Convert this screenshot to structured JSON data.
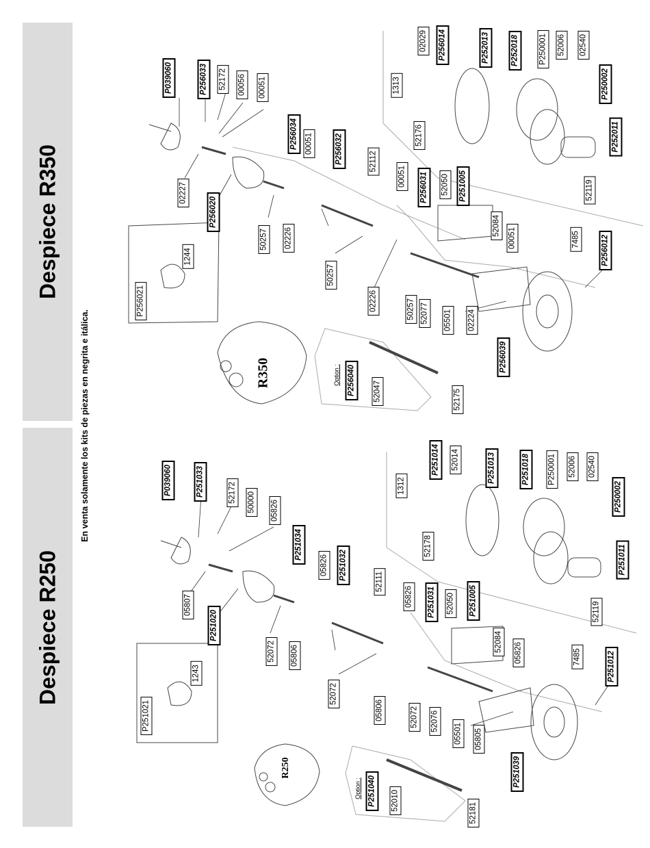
{
  "titles": {
    "r250": "Despiece R250",
    "r350": "Despiece R350"
  },
  "note": "En venta solamente los kits de piezas en negrita e itálica.",
  "option_label": "Option :",
  "badges": {
    "r250": "R250",
    "r350": "R350"
  },
  "r350": {
    "kits": [
      "P039060",
      "P256033",
      "P256034",
      "P256032",
      "P256031",
      "P256020",
      "P251005",
      "P256040",
      "P256039",
      "P256014",
      "P252013",
      "P252018",
      "P250002",
      "P252011",
      "P256012"
    ],
    "parts": [
      "52172",
      "00056",
      "00051",
      "02227",
      "00051",
      "52112",
      "00051",
      "02226",
      "50257",
      "50257",
      "1244",
      "P256021",
      "02226",
      "52050",
      "52084",
      "00051",
      "50257",
      "52077",
      "05501",
      "02224",
      "52047",
      "52175",
      "1313",
      "02029",
      "52176",
      "P250001",
      "52006",
      "02540",
      "52119",
      "7485"
    ]
  },
  "r250": {
    "kits": [
      "P039060",
      "P251033",
      "P251034",
      "P251032",
      "P251031",
      "P251020",
      "P251005",
      "P251040",
      "P251039",
      "P251014",
      "P251013",
      "P251018",
      "P250002",
      "P251011",
      "P251012"
    ],
    "parts": [
      "52172",
      "50000",
      "05826",
      "05826",
      "05807",
      "52111",
      "05826",
      "52072",
      "05806",
      "1243",
      "P251021",
      "52050",
      "52084",
      "05826",
      "52072",
      "05806",
      "52072",
      "52076",
      "05501",
      "05805",
      "52010",
      "52181",
      "1312",
      "52014",
      "52178",
      "P250001",
      "52006",
      "02540",
      "52119",
      "7485"
    ]
  }
}
